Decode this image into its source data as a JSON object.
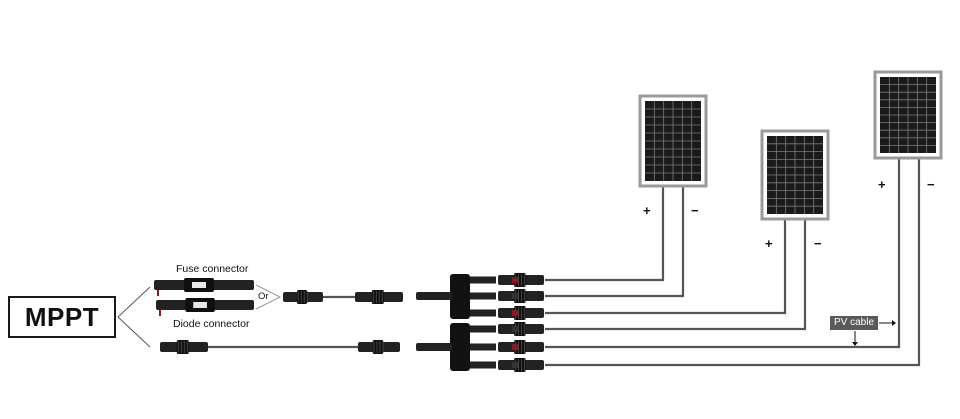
{
  "mppt": {
    "label": "MPPT"
  },
  "connectors": {
    "fuse_label": "Fuse connector",
    "diode_label": "Diode connector",
    "or_label": "Or"
  },
  "panels": [
    {
      "plus": "+",
      "minus": "−"
    },
    {
      "plus": "+",
      "minus": "−"
    },
    {
      "plus": "+",
      "minus": "−"
    }
  ],
  "pv_cable": {
    "label": "PV cable"
  },
  "colors": {
    "cable": "#555555",
    "panel_cell": "#1a1a1a",
    "panel_frame": "#9a9a9a",
    "connector": "#222222"
  },
  "icons": [
    "solar-panel-icon",
    "mc4-connector-icon",
    "branch-connector-icon",
    "arrow-icon"
  ]
}
